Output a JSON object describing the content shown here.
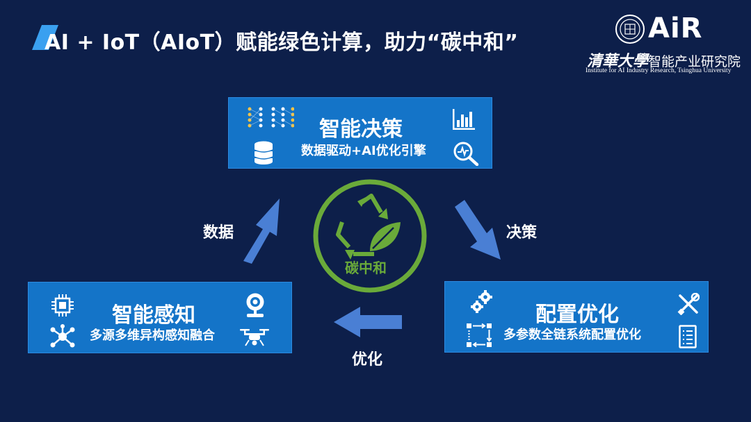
{
  "title": "AI + IoT（AIoT）赋能绿色计算，助力“碳中和”",
  "logo": {
    "brand": "AiR",
    "cn_calligraphy": "清華大學",
    "cn_institute": "智能产业研究院",
    "en": "Institute for AI Industry Research, Tsinghua University"
  },
  "center": {
    "label": "碳中和"
  },
  "nodes": {
    "decision": {
      "title": "智能决策",
      "subtitle": "数据驱动+AI优化引擎"
    },
    "perception": {
      "title": "智能感知",
      "subtitle": "多源多维异构感知融合"
    },
    "optimization": {
      "title": "配置优化",
      "subtitle": "多参数全链系统配置优化"
    }
  },
  "edges": {
    "data": "数据",
    "decision": "决策",
    "optimize": "优化"
  },
  "colors": {
    "background": "#0d1f4a",
    "box": "#1474c8",
    "arrow": "#4a7fd4",
    "green": "#6aaa3a"
  },
  "icons": [
    "neural-network-icon",
    "database-icon",
    "bar-chart-icon",
    "magnifier-analytics-icon",
    "chip-icon",
    "network-hub-icon",
    "webcam-icon",
    "drone-icon",
    "gears-icon",
    "workflow-icon",
    "tools-icon",
    "checklist-icon",
    "recycle-leaf-icon"
  ]
}
